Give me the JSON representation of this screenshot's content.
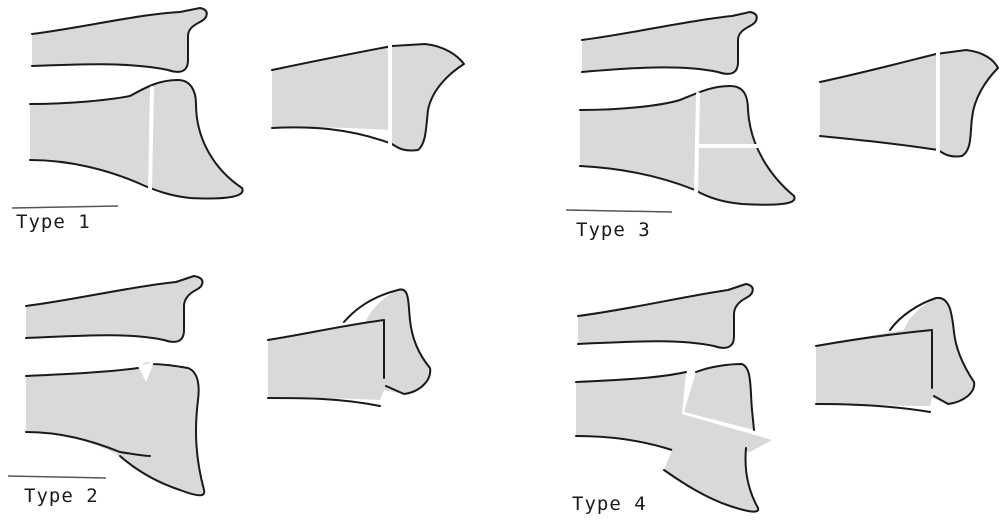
{
  "panels": [
    {
      "label": "Type 1"
    },
    {
      "label": "Type 2"
    },
    {
      "label": "Type 3"
    },
    {
      "label": "Type 4"
    }
  ]
}
